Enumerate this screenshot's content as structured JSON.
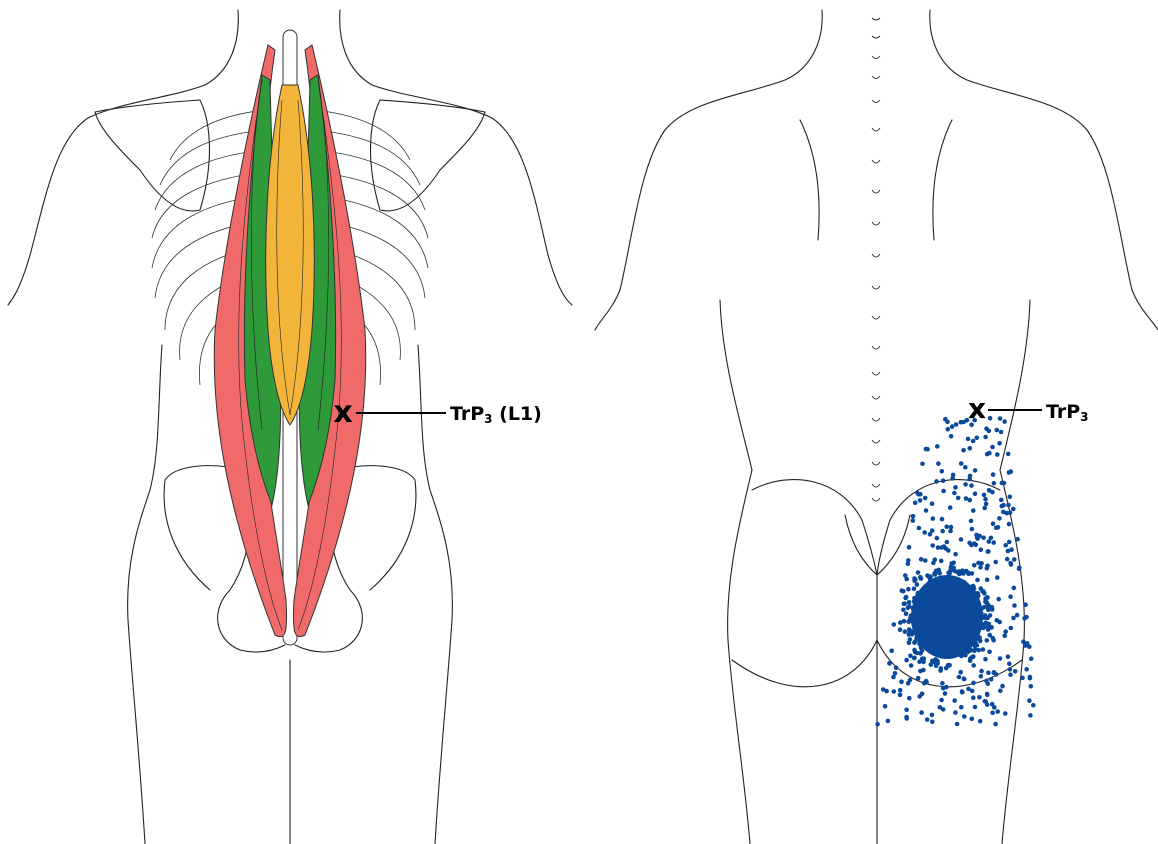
{
  "figure": {
    "left_panel": {
      "trigger_point": {
        "name": "TrP",
        "subscript": "3",
        "suffix": " (L1)"
      }
    },
    "right_panel": {
      "trigger_point": {
        "name": "TrP",
        "subscript": "3",
        "suffix": ""
      }
    },
    "marker_symbol": "x",
    "colors": {
      "outer_muscle": "#f06a6a",
      "middle_muscle": "#2e9a3a",
      "inner_muscle": "#f2b53a",
      "referred_pain": "#0b4a9a",
      "outline": "#222222"
    }
  }
}
